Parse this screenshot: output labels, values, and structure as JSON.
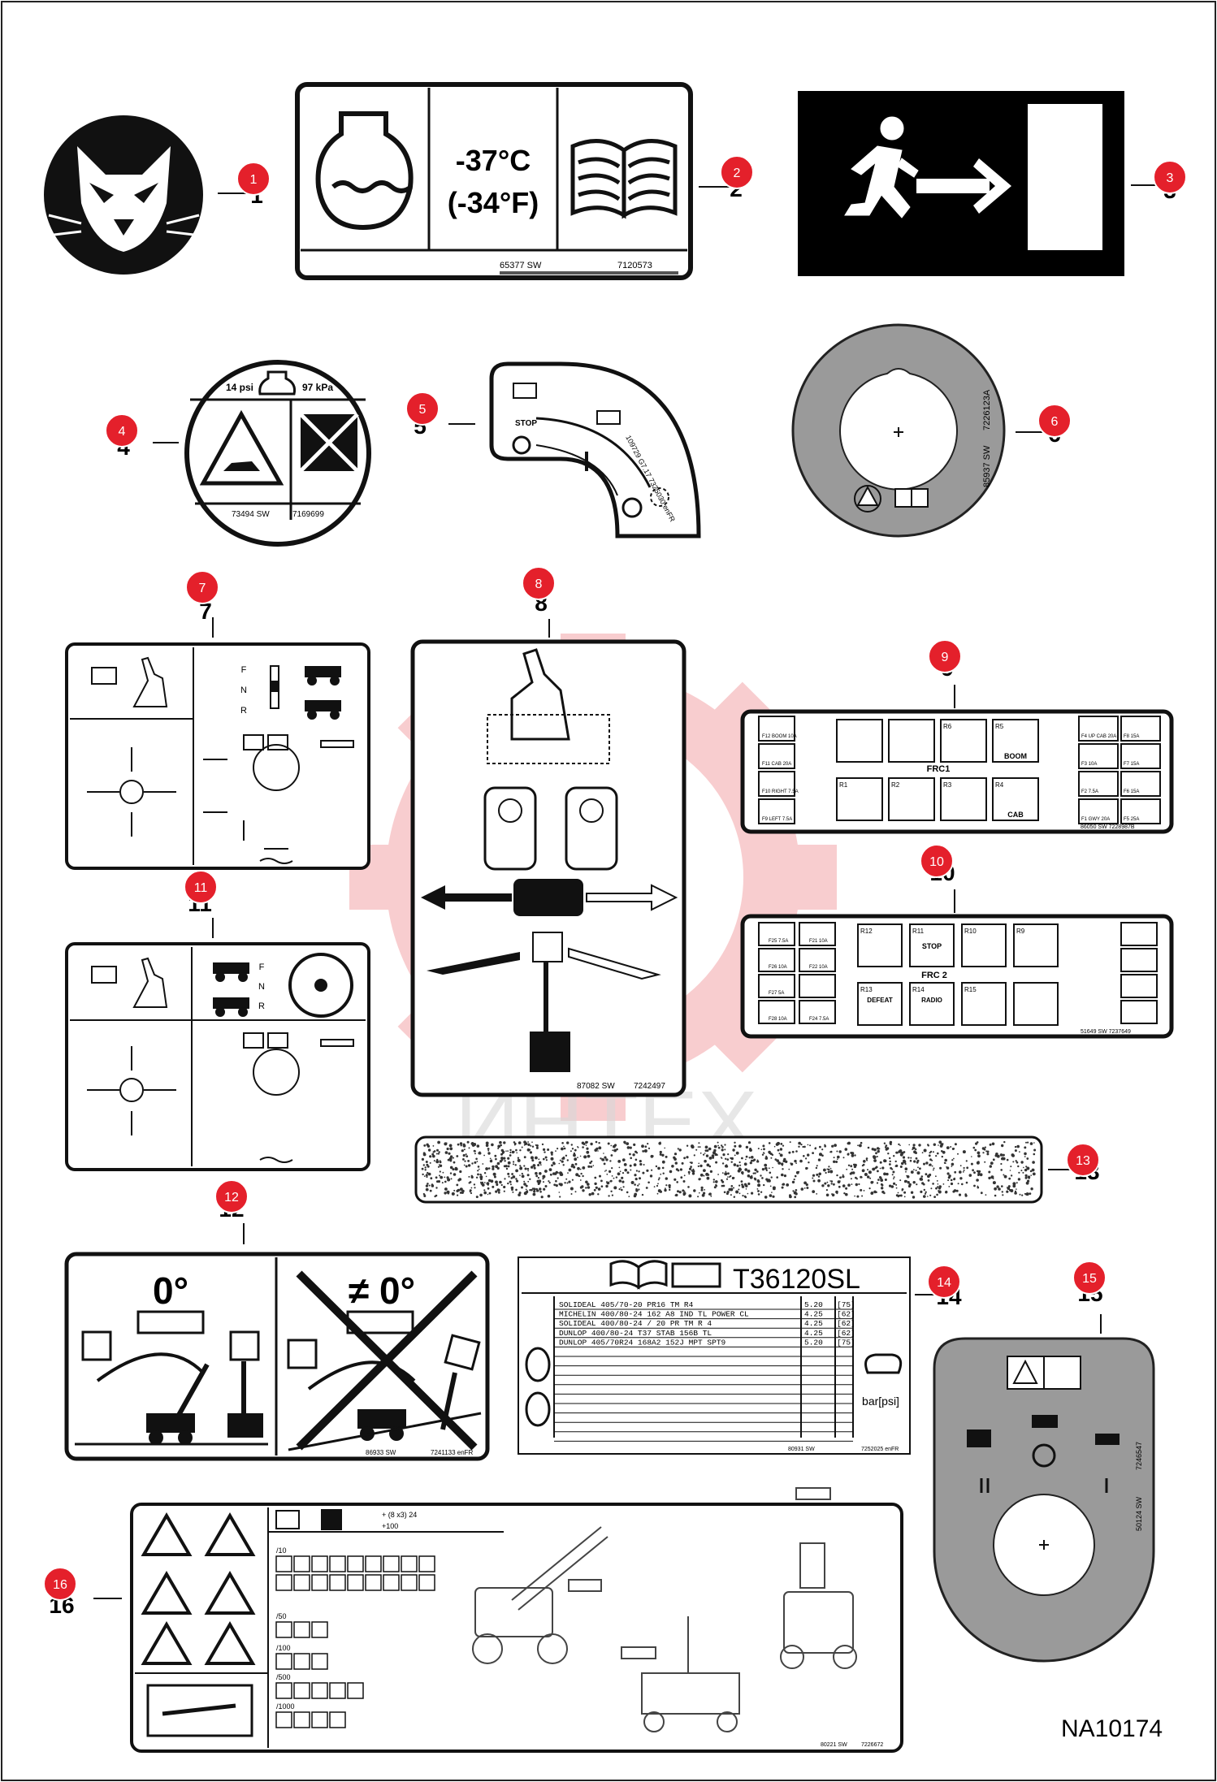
{
  "drawing_id": "NA10174",
  "watermark_text": "ИНТЕХ",
  "colors": {
    "badge_red": "#e4202b",
    "ink": "#111111",
    "label_gray": "#9a9a9a",
    "watermark": "#f5c9c9"
  },
  "items": [
    {
      "badge": "1",
      "ref": "1"
    },
    {
      "badge": "2",
      "ref": "2"
    },
    {
      "badge": "3",
      "ref": "3"
    },
    {
      "badge": "4",
      "ref": "4"
    },
    {
      "badge": "5",
      "ref": "5"
    },
    {
      "badge": "6",
      "ref": "6"
    },
    {
      "badge": "7",
      "ref": "7"
    },
    {
      "badge": "8",
      "ref": "8"
    },
    {
      "badge": "9",
      "ref": "9"
    },
    {
      "badge": "10",
      "ref": "10"
    },
    {
      "badge": "11",
      "ref": "11"
    },
    {
      "badge": "12",
      "ref": "12"
    },
    {
      "badge": "13",
      "ref": "13"
    },
    {
      "badge": "14",
      "ref": "14"
    },
    {
      "badge": "15",
      "ref": "15"
    },
    {
      "badge": "16",
      "ref": "16"
    }
  ],
  "decal_2": {
    "temp_c": "-37°C",
    "temp_f": "(-34°F)",
    "part_a": "65377 SW",
    "part_b": "7120573"
  },
  "decal_4": {
    "left": "14 psi",
    "right": "97 kPa",
    "part_a": "73494 SW",
    "part_b": "7169699"
  },
  "decal_5": {
    "part": "109729 G7.17 7325030 enFR",
    "stop": "STOP"
  },
  "decal_6": {
    "part_a": "85937 SW",
    "part_b": "7226123A"
  },
  "decal_7": {
    "positions": [
      "F",
      "N",
      "R"
    ]
  },
  "decal_8": {
    "part_a": "87082 SW",
    "part_b": "7242497"
  },
  "decal_9": {
    "frc": "FRC1",
    "fuses_left": [
      "F12 BOOM 10A",
      "F11 CAB 20A",
      "F10 RIGHT 7.5A",
      "F9 LEFT 7.5A"
    ],
    "relays_top": [
      {
        "id": "R6",
        "text": ""
      },
      {
        "id": "R5",
        "text": "BOOM"
      }
    ],
    "relays_bottom": [
      {
        "id": "R1",
        "text": ""
      },
      {
        "id": "R2",
        "text": ""
      },
      {
        "id": "R3",
        "text": ""
      },
      {
        "id": "R4",
        "text": "CAB"
      }
    ],
    "fuses_right_a": [
      "F4 UP CAB 20A",
      "F3 10A",
      "F2 7.5A",
      "F1 GWY 20A"
    ],
    "fuses_right_b": [
      "F8 15A",
      "F7 15A",
      "F6 15A",
      "F5 25A"
    ],
    "part": "86050 SW 7228987B"
  },
  "decal_10": {
    "frc": "FRC 2",
    "fuses_a": [
      "F25 7.5A",
      "F26 10A",
      "F27 5A",
      "F28 10A"
    ],
    "fuses_b": [
      "F21 10A",
      "F22 10A",
      "",
      "F24 7.5A"
    ],
    "relays_top": [
      {
        "id": "R12",
        "text": ""
      },
      {
        "id": "R11",
        "text": "STOP"
      },
      {
        "id": "R10",
        "text": ""
      },
      {
        "id": "R9",
        "text": ""
      }
    ],
    "relays_bottom": [
      {
        "id": "R13",
        "text": "DEFEAT"
      },
      {
        "id": "R14",
        "text": "RADIO"
      },
      {
        "id": "R15",
        "text": ""
      }
    ],
    "part": "51649 SW 7237649"
  },
  "decal_11": {
    "positions": [
      "F",
      "N",
      "R"
    ]
  },
  "decal_12": {
    "ok_angle": "0°",
    "not_angle": "≠ 0°",
    "part_a": "86933 SW",
    "part_b": "7241133 enFR"
  },
  "decal_14": {
    "model": "T36120SL",
    "tires": [
      {
        "spec": "SOLIDEAL  405/70-20  PR16  TM  R4",
        "pressure": "5.20",
        "psi": "[75]"
      },
      {
        "spec": "MICHELIN  400/80-24  162  A8  IND  TL  POWER  CL",
        "pressure": "4.25",
        "psi": "[62]"
      },
      {
        "spec": "SOLIDEAL  400/80-24  /  20  PR  TM  R  4",
        "pressure": "4.25",
        "psi": "[62]"
      },
      {
        "spec": "DUNLOP  400/80-24  T37  STAB  156B  TL",
        "pressure": "4.25",
        "psi": "[62]"
      },
      {
        "spec": "DUNLOP  405/70R24  168A2  152J  MPT  SPT9",
        "pressure": "5.20",
        "psi": "[75]"
      }
    ],
    "unit": "bar[psi]",
    "part_a": "80931 SW",
    "part_b": "7252025 enFR"
  },
  "decal_15": {
    "part_a": "50124 SW",
    "part_b": "7246547"
  },
  "decal_16": {
    "header": [
      "+ (8 x3) 24",
      "+100"
    ],
    "intervals": [
      "/10",
      "/50",
      "/100",
      "/500",
      "/1000"
    ],
    "part_a": "80221 SW",
    "part_b": "7226672"
  }
}
